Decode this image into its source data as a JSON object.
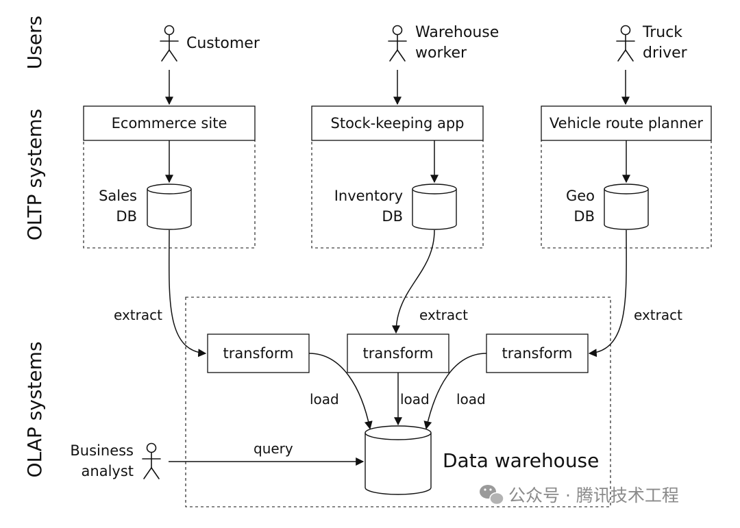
{
  "sections": {
    "users": "Users",
    "oltp": "OLTP systems",
    "olap": "OLAP systems"
  },
  "users": [
    {
      "line1": "Customer",
      "line2": ""
    },
    {
      "line1": "Warehouse",
      "line2": "worker"
    },
    {
      "line1": "Truck",
      "line2": "driver"
    }
  ],
  "apps": [
    "Ecommerce site",
    "Stock-keeping app",
    "Vehicle route planner"
  ],
  "databases": [
    {
      "line1": "Sales",
      "line2": "DB"
    },
    {
      "line1": "Inventory",
      "line2": "DB"
    },
    {
      "line1": "Geo",
      "line2": "DB"
    }
  ],
  "edge_labels": {
    "extract": "extract",
    "load": "load",
    "query": "query"
  },
  "transform_label": "transform",
  "analyst": {
    "line1": "Business",
    "line2": "analyst"
  },
  "warehouse_label": "Data warehouse",
  "watermark": "公众号 · 腾讯技术工程"
}
